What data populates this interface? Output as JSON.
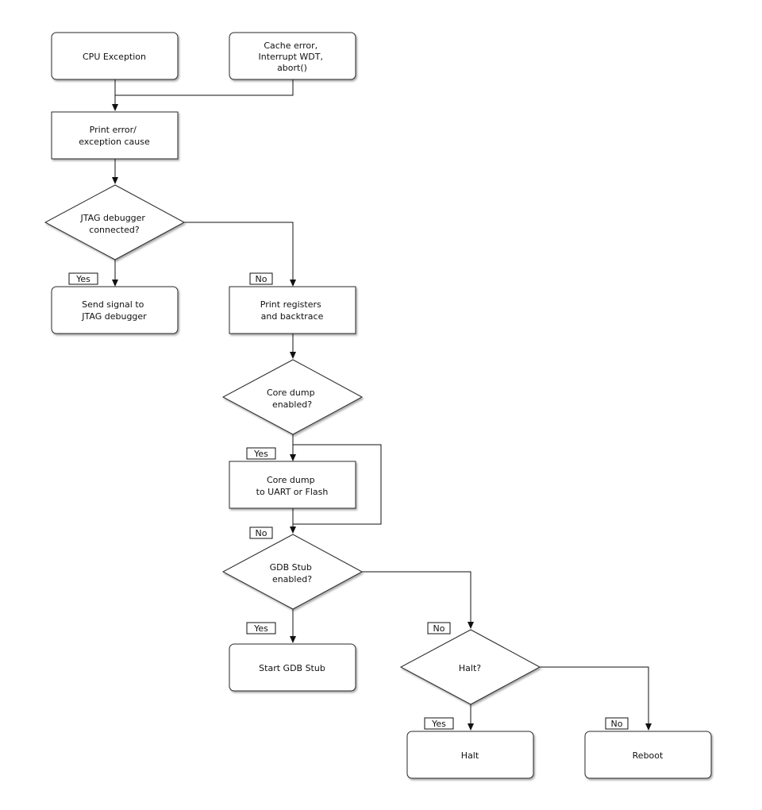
{
  "nodes": {
    "cpu_exception": {
      "lines": [
        "CPU Exception"
      ]
    },
    "cache_error": {
      "lines": [
        "Cache error,",
        "Interrupt WDT,",
        "abort()"
      ]
    },
    "print_error": {
      "lines": [
        "Print error/",
        "exception cause"
      ]
    },
    "jtag_connected": {
      "lines": [
        "JTAG debugger",
        "connected?"
      ]
    },
    "send_signal": {
      "lines": [
        "Send signal to",
        "JTAG debugger"
      ]
    },
    "print_registers": {
      "lines": [
        "Print registers",
        "and backtrace"
      ]
    },
    "core_dump_enabled": {
      "lines": [
        "Core dump",
        "enabled?"
      ]
    },
    "core_dump": {
      "lines": [
        "Core dump",
        "to UART or Flash"
      ]
    },
    "gdb_stub_enabled": {
      "lines": [
        "GDB Stub",
        "enabled?"
      ]
    },
    "start_gdb_stub": {
      "lines": [
        "Start GDB Stub"
      ]
    },
    "halt_question": {
      "lines": [
        "Halt?"
      ]
    },
    "halt": {
      "lines": [
        "Halt"
      ]
    },
    "reboot": {
      "lines": [
        "Reboot"
      ]
    }
  },
  "edge_labels": {
    "jtag_yes": "Yes",
    "jtag_no": "No",
    "coredump_yes": "Yes",
    "coredump_no": "No",
    "gdb_yes": "Yes",
    "gdb_no": "No",
    "halt_yes": "Yes",
    "halt_no": "No"
  },
  "colors": {
    "box_stroke": "#2a2a2a",
    "line": "#111111",
    "background": "#ffffff"
  }
}
